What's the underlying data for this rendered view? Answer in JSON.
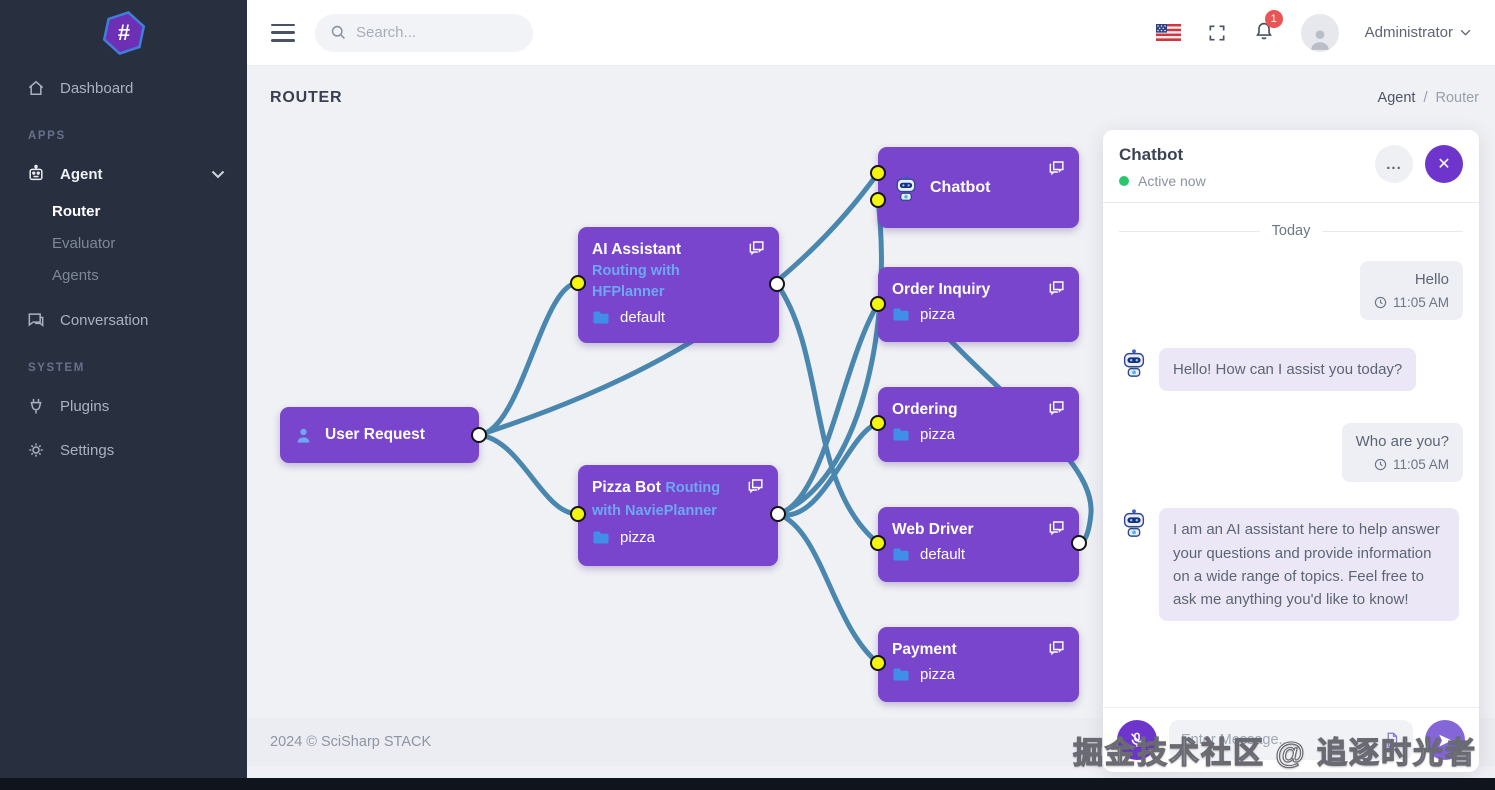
{
  "app": {
    "brand_symbol": "#"
  },
  "header": {
    "search_placeholder": "Search...",
    "notification_count": "1",
    "user_name": "Administrator"
  },
  "sidebar": {
    "sections": {
      "apps": "APPS",
      "system": "SYSTEM"
    },
    "items": {
      "dashboard": "Dashboard",
      "agent": "Agent",
      "router": "Router",
      "evaluator": "Evaluator",
      "agents": "Agents",
      "conversation": "Conversation",
      "plugins": "Plugins",
      "settings": "Settings"
    }
  },
  "page": {
    "title": "ROUTER",
    "breadcrumb_parent": "Agent",
    "breadcrumb_separator": "/",
    "breadcrumb_current": "Router",
    "footer": "2024 © SciSharp STACK"
  },
  "flow": {
    "nodes": [
      {
        "title": "User Request"
      },
      {
        "title": "AI Assistant",
        "subtitle": "Routing with HFPlanner",
        "folder": "default"
      },
      {
        "title": "Pizza Bot",
        "subtitle": "Routing with NaviePlanner",
        "folder": "pizza"
      },
      {
        "title": "Chatbot"
      },
      {
        "title": "Order Inquiry",
        "folder": "pizza"
      },
      {
        "title": "Ordering",
        "folder": "pizza"
      },
      {
        "title": "Web Driver",
        "folder": "default"
      },
      {
        "title": "Payment",
        "folder": "pizza"
      }
    ]
  },
  "chat": {
    "title": "Chatbot",
    "status": "Active now",
    "day_divider": "Today",
    "more_label": "...",
    "close_label": "✕",
    "messages": [
      {
        "text": "Hello",
        "time": "11:05 AM"
      },
      {
        "text": "Hello! How can I assist you today?"
      },
      {
        "text": "Who are you?",
        "time": "11:05 AM"
      },
      {
        "text": "I am an AI assistant here to help answer your questions and provide information on a wide range of topics. Feel free to ask me anything you'd like to know!"
      }
    ],
    "input_placeholder": "Enter Message..."
  },
  "watermark": "掘金技术社区 @ 追逐时光者",
  "colors": {
    "accent": "#7845cc",
    "edge": "#4987af",
    "port_yellow": "#f4f411",
    "status_green": "#28c76f",
    "badge_red": "#ea5455"
  }
}
